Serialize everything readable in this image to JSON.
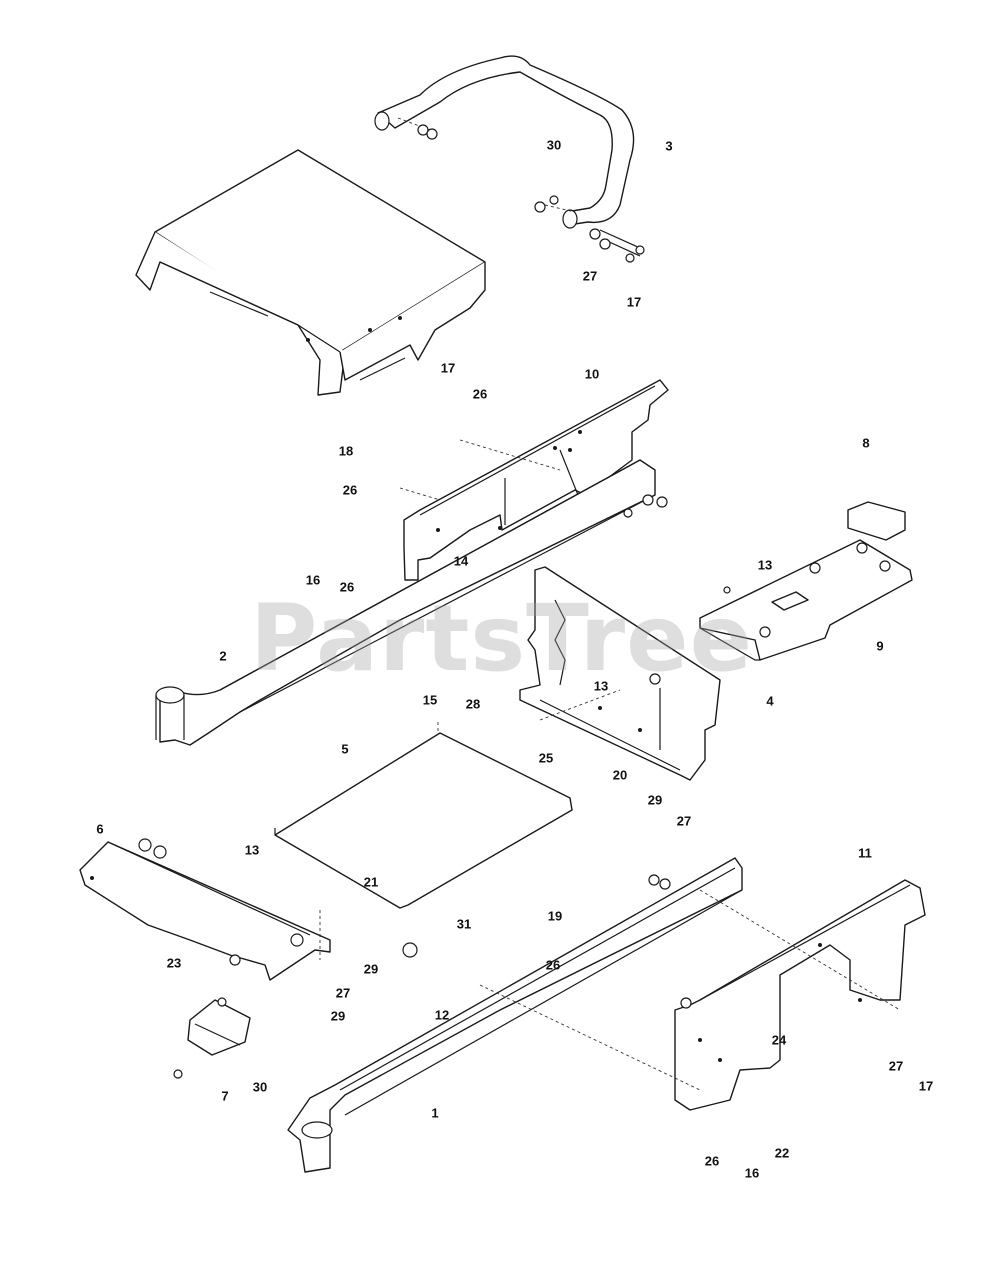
{
  "watermark": "PartsTree",
  "callouts": [
    {
      "id": "c30a",
      "text": "30"
    },
    {
      "id": "c3",
      "text": "3"
    },
    {
      "id": "c27a",
      "text": "27"
    },
    {
      "id": "c17a",
      "text": "17"
    },
    {
      "id": "c17b",
      "text": "17"
    },
    {
      "id": "c26a",
      "text": "26"
    },
    {
      "id": "c10",
      "text": "10"
    },
    {
      "id": "c18",
      "text": "18"
    },
    {
      "id": "c8",
      "text": "8"
    },
    {
      "id": "c26b",
      "text": "26"
    },
    {
      "id": "c14",
      "text": "14"
    },
    {
      "id": "c13a",
      "text": "13"
    },
    {
      "id": "c16a",
      "text": "16"
    },
    {
      "id": "c26c",
      "text": "26"
    },
    {
      "id": "c9",
      "text": "9"
    },
    {
      "id": "c2",
      "text": "2"
    },
    {
      "id": "c13b",
      "text": "13"
    },
    {
      "id": "c15",
      "text": "15"
    },
    {
      "id": "c28",
      "text": "28"
    },
    {
      "id": "c4",
      "text": "4"
    },
    {
      "id": "c5",
      "text": "5"
    },
    {
      "id": "c25",
      "text": "25"
    },
    {
      "id": "c20",
      "text": "20"
    },
    {
      "id": "c29a",
      "text": "29"
    },
    {
      "id": "c27b",
      "text": "27"
    },
    {
      "id": "c6",
      "text": "6"
    },
    {
      "id": "c13c",
      "text": "13"
    },
    {
      "id": "c11",
      "text": "11"
    },
    {
      "id": "c21",
      "text": "21"
    },
    {
      "id": "c19",
      "text": "19"
    },
    {
      "id": "c31",
      "text": "31"
    },
    {
      "id": "c23",
      "text": "23"
    },
    {
      "id": "c26d",
      "text": "26"
    },
    {
      "id": "c29b",
      "text": "29"
    },
    {
      "id": "c27c",
      "text": "27"
    },
    {
      "id": "c29c",
      "text": "29"
    },
    {
      "id": "c12",
      "text": "12"
    },
    {
      "id": "c24",
      "text": "24"
    },
    {
      "id": "c27d",
      "text": "27"
    },
    {
      "id": "c17c",
      "text": "17"
    },
    {
      "id": "c7",
      "text": "7"
    },
    {
      "id": "c30b",
      "text": "30"
    },
    {
      "id": "c1",
      "text": "1"
    },
    {
      "id": "c26e",
      "text": "26"
    },
    {
      "id": "c16b",
      "text": "16"
    },
    {
      "id": "c22",
      "text": "22"
    }
  ]
}
